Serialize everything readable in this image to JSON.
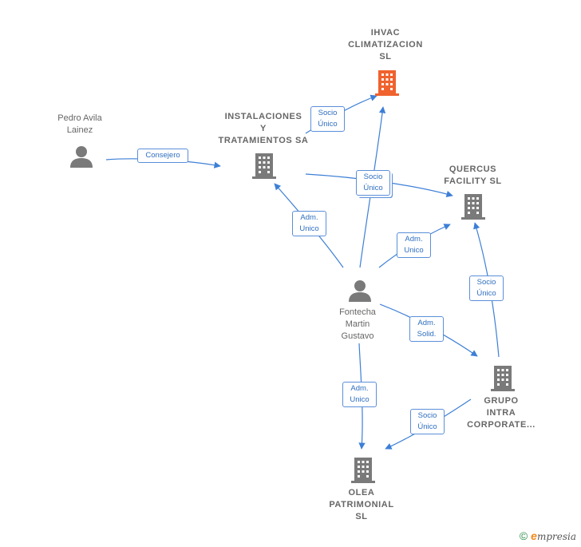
{
  "nodes": {
    "ihvac": {
      "label": "IHVAC\nCLIMATIZACION\nSL",
      "type": "company",
      "highlight": true
    },
    "instalaciones": {
      "label": "INSTALACIONES\nY\nTRATAMIENTOS SA",
      "type": "company"
    },
    "quercus": {
      "label": "QUERCUS\nFACILITY  SL",
      "type": "company"
    },
    "grupo": {
      "label": "GRUPO\nINTRA\nCORPORATE...",
      "type": "company"
    },
    "olea": {
      "label": "OLEA\nPATRIMONIAL\nSL",
      "type": "company"
    },
    "pedro": {
      "label": "Pedro Avila\nLainez",
      "type": "person"
    },
    "fontecha": {
      "label": "Fontecha\nMartin\nGustavo",
      "type": "person"
    }
  },
  "edges": {
    "consejero": "Consejero",
    "socio_unico_ihvac": "Socio\nÚnico",
    "socio_unico_quercus_a": "Socio\nÚnico",
    "adm_unico_instalaciones": "Adm.\nUnico",
    "adm_unico_quercus": "Adm.\nUnico",
    "socio_unico_grupo_quercus": "Socio\nÚnico",
    "adm_solid_grupo": "Adm.\nSolid.",
    "adm_unico_olea": "Adm.\nUnico",
    "socio_unico_grupo_olea": "Socio\nÚnico"
  },
  "colors": {
    "edge": "#3d7fd6",
    "node_icon": "#7a7a7a",
    "highlight_icon": "#f0622e",
    "label_text": "#666666",
    "badge_text": "#2f6fc0"
  },
  "footer": {
    "copyright_symbol": "©",
    "brand_e": "e",
    "brand_rest": "mpresia"
  }
}
